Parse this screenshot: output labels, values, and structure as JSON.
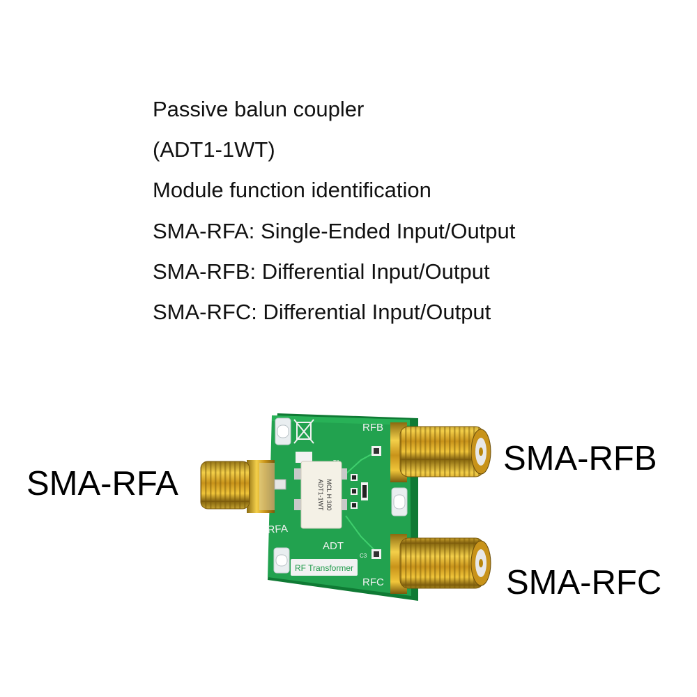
{
  "description": {
    "lines": [
      "Passive balun coupler",
      "(ADT1-1WT)",
      "Module function identification",
      "SMA-RFA: Single-Ended Input/Output",
      "SMA-RFB: Differential Input/Output",
      "SMA-RFC: Differential Input/Output"
    ]
  },
  "labels": {
    "rfa": "SMA-RFA",
    "rfb": "SMA-RFB",
    "rfc": "SMA-RFC"
  },
  "board": {
    "silk_rfb": "RFB",
    "silk_rfa": "RFA",
    "silk_rfc": "RFC",
    "silk_adt": "ADT",
    "silk_banner": "RF Transformer",
    "chip_line1": "MCL H 300",
    "chip_line2": "ADT1-1WT",
    "ref_t1": "T1",
    "ref_c3": "C3",
    "colors": {
      "pcb": "#1f9a4a",
      "pcb_edge": "#0f7a34",
      "gold": "#d9a81e",
      "silk": "#f2f2f2"
    }
  }
}
